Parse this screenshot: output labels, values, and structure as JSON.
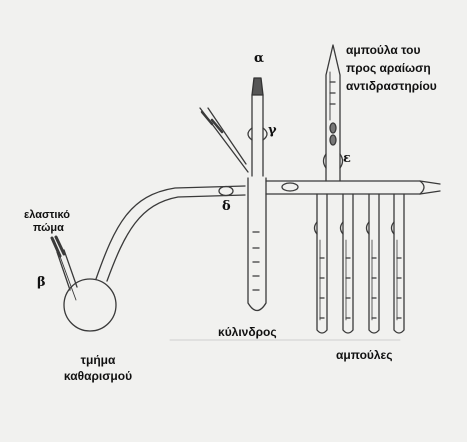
{
  "labels": {
    "alpha": "α",
    "beta": "β",
    "gamma": "γ",
    "delta": "δ",
    "epsilon": "ε",
    "elastic_stopper_line1": "ελαστικό",
    "elastic_stopper_line2": "πώμα",
    "dilution_ampoule_line1": "αμπούλα του",
    "dilution_ampoule_line2": "προς αραίωση",
    "dilution_ampoule_line3": "αντιδραστηρίου",
    "cylinder": "κύλινδρος",
    "ampoules": "αμπούλες",
    "purification_line1": "τμήμα",
    "purification_line2": "καθαρισμού"
  },
  "colors": {
    "paper": "#f1f1ef",
    "ink": "#3a3a3a",
    "text": "#111111"
  }
}
